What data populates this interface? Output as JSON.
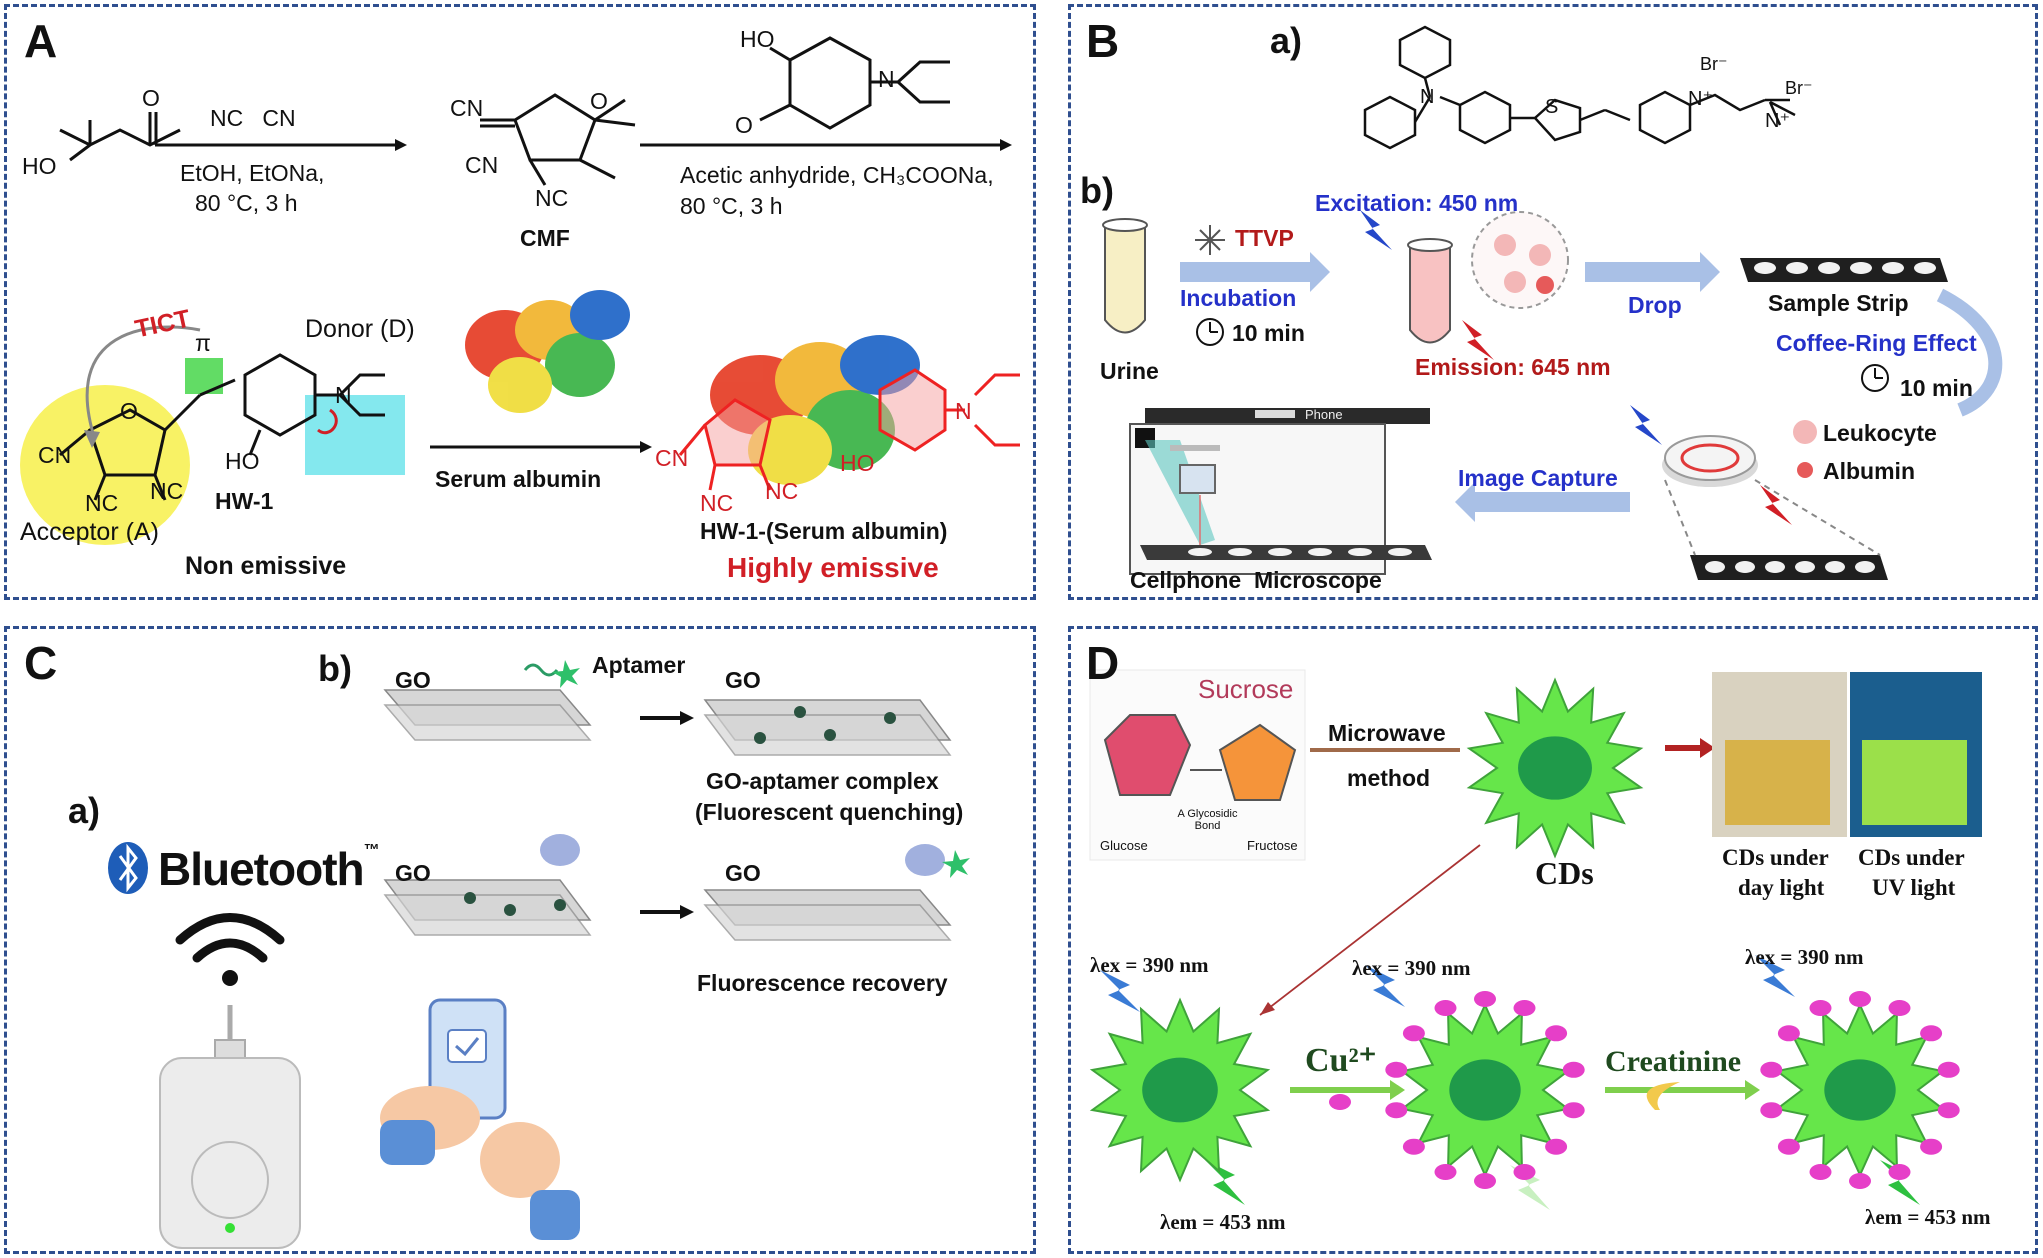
{
  "panel_a": {
    "letter": "A",
    "reagent1": "NC   CN",
    "cond1a": "EtOH, EtONa,",
    "cond1b": "80 °C, 3 h",
    "sm_ho": "HO",
    "sm_o": "O",
    "cmf_cn1": "CN",
    "cmf_cn2": "CN",
    "cmf_nc": "NC",
    "cmf_o": "O",
    "cmf_name": "CMF",
    "ald_ho": "HO",
    "ald_o": "O",
    "ald_n": "N",
    "cond2a": "Acetic anhydride, CH₃COONa,",
    "cond2b": "80 °C, 3 h",
    "tict": "TICT",
    "donor": "Donor (D)",
    "pi": "π",
    "hw_cn": "CN",
    "hw_nc": "NC",
    "hw_o": "O",
    "hw_ho": "HO",
    "hw_n": "N",
    "hw_name": "HW-1",
    "acceptor": "Acceptor (A)",
    "non_emissive": "Non emissive",
    "serum": "Serum albumin",
    "prod_cn": "CN",
    "prod_nc1": "NC",
    "prod_nc2": "NC",
    "prod_ho": "HO",
    "prod_n": "N",
    "product": "HW-1-(Serum albumin)",
    "highly": "Highly emissive"
  },
  "panel_b": {
    "letter": "B",
    "sub_a": "a)",
    "sub_b": "b)",
    "br1": "Br⁻",
    "br2": "Br⁻",
    "n_plus1": "N⁺",
    "n_plus2": "N⁺",
    "s": "S",
    "n": "N",
    "ttvp": "TTVP",
    "incubation": "Incubation",
    "incub_time": "10 min",
    "urine": "Urine",
    "excitation": "Excitation:  450 nm",
    "emission": "Emission:  645 nm",
    "drop": "Drop",
    "sample_strip": "Sample Strip",
    "coffee": "Coffee-Ring Effect",
    "coffee_time": "10 min",
    "leukocyte": "Leukocyte",
    "albumin": "Albumin",
    "image_capture": "Image Capture",
    "phone": "Phone",
    "cellphone_microscope": "Cellphone  Microscope"
  },
  "panel_c": {
    "letter": "C",
    "sub_a": "a)",
    "sub_b": "b)",
    "bluetooth": "Bluetooth",
    "tm": "™",
    "aptamer": "Aptamer",
    "go1": "GO",
    "go2": "GO",
    "go3": "GO",
    "go4": "GO",
    "complex1": "GO-aptamer complex",
    "complex2": "(Fluorescent quenching)",
    "recovery": "Fluorescence recovery"
  },
  "panel_d": {
    "letter": "D",
    "sucrose": "Sucrose",
    "glucose": "Glucose",
    "fructose": "Fructose",
    "bond": "A Glycosidic Bond",
    "microwave1": "Microwave",
    "microwave2": "method",
    "cds": "CDs",
    "day1": "CDs under",
    "day2": "day light",
    "uv1": "CDs under",
    "uv2": "UV light",
    "ex1": "λex = 390 nm",
    "ex2": "λex = 390 nm",
    "ex3": "λex = 390 nm",
    "em1": "λem = 453 nm",
    "em2": "λem = 453 nm",
    "cu": "Cu²⁺",
    "creatinine": "Creatinine"
  },
  "colors": {
    "border": "#2f4f8f",
    "blue_text": "#2531c9",
    "red_text": "#d11f26",
    "cd_green": "#66e64a",
    "cd_core": "#1f9a4a",
    "magenta": "#e63fc8"
  }
}
